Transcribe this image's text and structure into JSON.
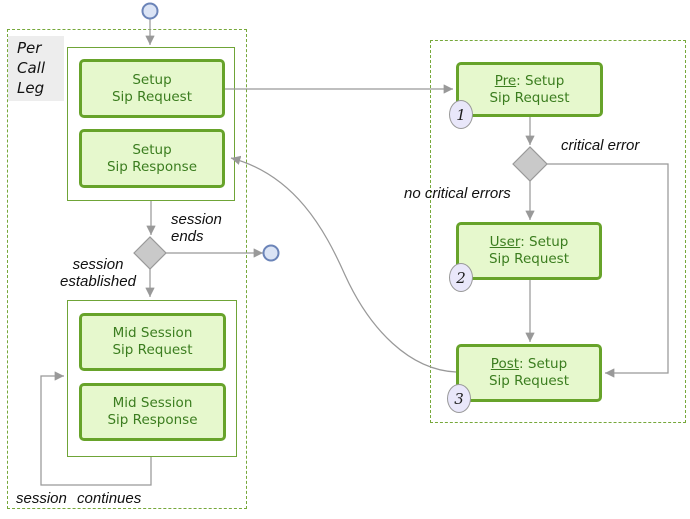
{
  "colors": {
    "box_fill": "#e6f8cd",
    "box_border": "#67a32a",
    "box_text": "#3b7d1f",
    "group_border": "#6fa437",
    "dashed_border": "#76a83b",
    "connector": "#999999",
    "diamond_fill": "#c9c9c9",
    "circle_fill": "#dbe4f5",
    "circle_border": "#6b84b8",
    "badge_fill": "#e9e7fa",
    "region_label_bg": "#ededed"
  },
  "region": {
    "per_call_leg": {
      "line1": "Per",
      "line2": "Call",
      "line3": "Leg"
    }
  },
  "boxes": {
    "setup_request": {
      "line1": "Setup",
      "line2": "Sip Request"
    },
    "setup_response": {
      "line1": "Setup",
      "line2": "Sip Response"
    },
    "mid_request": {
      "line1": "Mid Session",
      "line2": "Sip Request"
    },
    "mid_response": {
      "line1": "Mid Session",
      "line2": "Sip Response"
    },
    "pre_setup": {
      "prefix": "Pre",
      "rest": ": Setup",
      "line2": "Sip Request",
      "badge": "1"
    },
    "user_setup": {
      "prefix": "User",
      "rest": ": Setup",
      "line2": "Sip Request",
      "badge": "2"
    },
    "post_setup": {
      "prefix": "Post",
      "rest": ": Setup",
      "line2": "Sip Request",
      "badge": "3"
    }
  },
  "labels": {
    "session_ends_line1": "session",
    "session_ends_line2": "ends",
    "session_established_line1": "session",
    "session_established_line2": "established",
    "session_continues": "session continues",
    "critical_error": "critical error",
    "no_critical_errors": "no critical errors"
  }
}
